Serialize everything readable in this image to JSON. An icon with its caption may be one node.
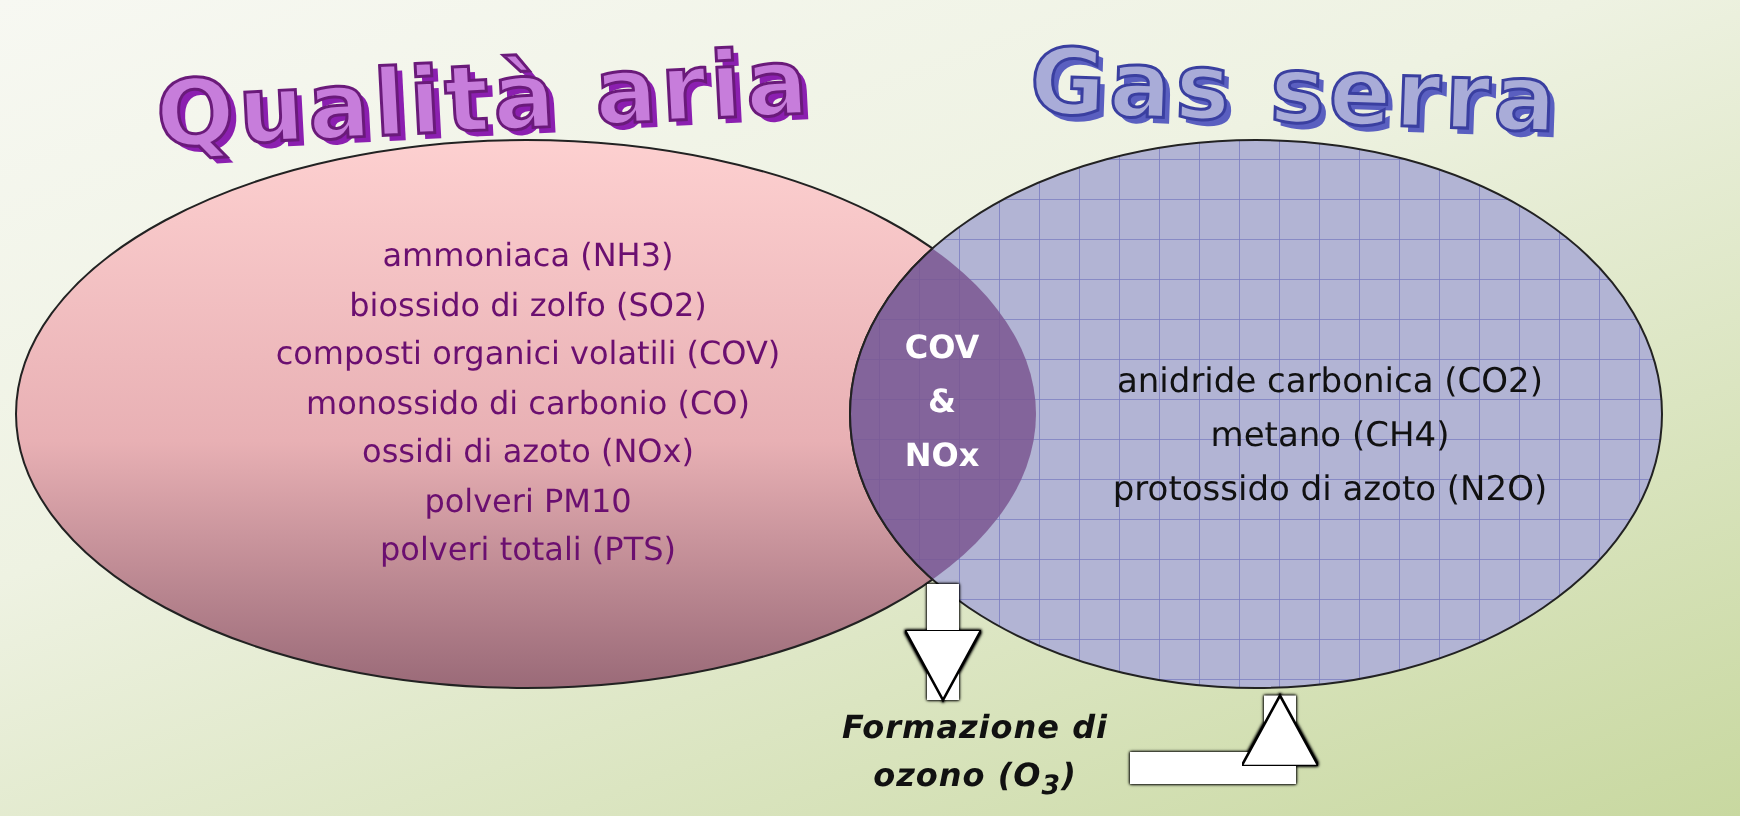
{
  "diagram": {
    "nodes": [
      {
        "text": [
          "Qualità aria",
          "ammoniaca (NH3)",
          "biossido di zolfo (SO2)",
          "composti organici volatili (COV)",
          "monossido di carbonio (CO)",
          "ossidi di azoto (NOx)",
          "polveri PM10",
          "polveri totali (PTS)"
        ]
      },
      {
        "text": [
          "Gas serra",
          "anidride carbonica (CO2)",
          "metano (CH4)",
          "protossido di azoto (N2O)"
        ]
      },
      {
        "text": [
          "COV & NOx"
        ]
      },
      {
        "text": [
          "Formazione di ozono (O$_{3}$)"
        ]
      }
    ],
    "edges": [
      {
        "from": 2,
        "to": 3,
        "arrow": "to"
      },
      {
        "from": 3,
        "to": 1,
        "arrow": "to"
      }
    ]
  }
}
